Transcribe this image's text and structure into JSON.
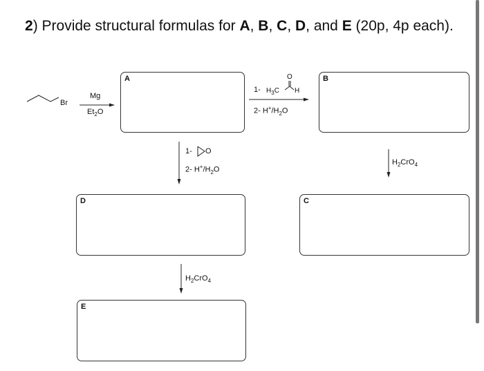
{
  "question": {
    "number": "2",
    "text_parts": [
      ") Provide structural formulas for ",
      "A",
      ", ",
      "B",
      ", ",
      "C",
      ", ",
      "D",
      ", and ",
      "E",
      " (20p, 4p each)."
    ]
  },
  "starting_material": {
    "label": "Br"
  },
  "reaction_1": {
    "above": "Mg",
    "below_base": "Et",
    "below_sub": "2",
    "below_end": "O"
  },
  "reaction_2": {
    "step1_prefix": "1-",
    "step1_reagent": "H3C-CHO",
    "h3c": "H",
    "h3c_sub": "3",
    "c": "C",
    "h": "H",
    "o": "O",
    "step2": "2- H",
    "step2_sup": "+",
    "step2_mid": "/H",
    "step2_sub": "2",
    "step2_end": "O"
  },
  "reaction_3": {
    "step1_prefix": "1-",
    "epoxide_o": "O",
    "step2": "2- H",
    "step2_sup": "+",
    "step2_mid": "/H",
    "step2_sub": "2",
    "step2_end": "O"
  },
  "reaction_4": {
    "h": "H",
    "sub1": "2",
    "mid": "CrO",
    "sub2": "4"
  },
  "reaction_5": {
    "h": "H",
    "sub1": "2",
    "mid": "CrO",
    "sub2": "4"
  },
  "boxes": {
    "A": "A",
    "B": "B",
    "C": "C",
    "D": "D",
    "E": "E"
  }
}
